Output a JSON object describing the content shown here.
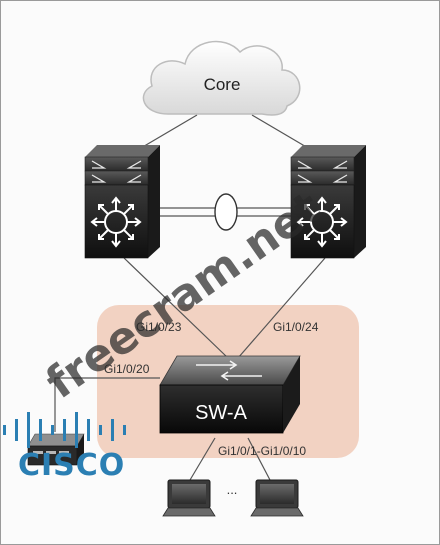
{
  "core": {
    "label": "Core"
  },
  "switch": {
    "label": "SW-A"
  },
  "ports": {
    "uplink_left": "Gi1/0/23",
    "uplink_right": "Gi1/0/24",
    "server_port": "Gi1/0/20",
    "access_range": "Gi1/0/1-Gi1/0/10"
  },
  "hosts": {
    "ellipsis": "..."
  },
  "watermark": {
    "text": "freecram.net"
  },
  "logo": {
    "text": "CISCO"
  },
  "colors": {
    "access_zone": "#f2d2c2",
    "switch_dark": "#1c1c1c",
    "cisco_blue": "#2b7fb3"
  },
  "icons": {
    "cloud": "cloud-icon",
    "distribution_left": "multilayer-switch-icon",
    "distribution_right": "multilayer-switch-icon",
    "access_switch": "workgroup-switch-icon",
    "server": "server-icon",
    "laptop_1": "laptop-icon",
    "laptop_2": "laptop-icon",
    "etherchannel": "etherchannel-oval-icon"
  }
}
